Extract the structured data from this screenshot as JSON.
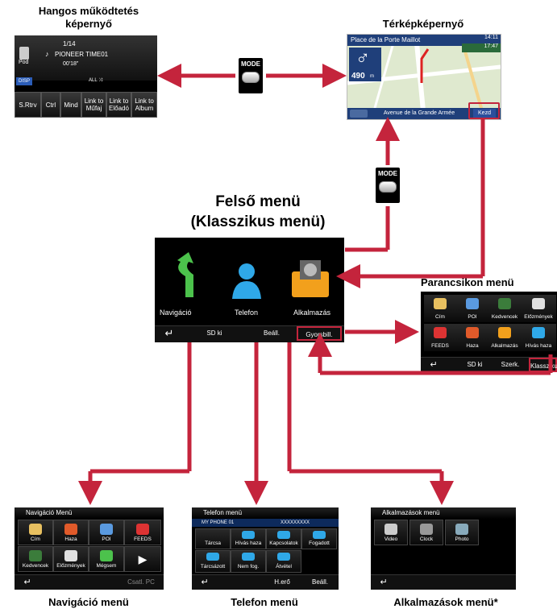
{
  "captions": {
    "audio_line1": "Hangos működtetés",
    "audio_line2": "képernyő",
    "map": "Térképképernyő",
    "top_line1": "Felső menü",
    "top_line2": "(Klasszikus menü)",
    "shortcut": "Parancsikon menü",
    "nav": "Navigáció menü",
    "phone": "Telefon menü",
    "apps": "Alkalmazások menü*"
  },
  "mode_label": "MODE",
  "audio_screen": {
    "track_count": "1/14",
    "source": "Pod",
    "title": "PIONEER TIME01",
    "time": "00'18\"",
    "disp": "DISP",
    "buttons": [
      "S.Rtrv",
      "Ctrl",
      "Mind",
      "Link to Műfaj",
      "Link to Előadó",
      "Link to Album"
    ]
  },
  "map_screen": {
    "street_top": "Place de la Porte Maillot",
    "distance": "490",
    "distance_unit": "m",
    "clock1": "14:11",
    "clock2": "17:47",
    "street_bottom": "Avenue de la Grande Armée",
    "kezd": "Kezd"
  },
  "top_menu": {
    "items": [
      "Navigáció",
      "Telefon",
      "Alkalmazás"
    ],
    "bar": [
      "SD ki",
      "Beáll.",
      "Gyorsbill."
    ]
  },
  "shortcut_menu": {
    "row1": [
      "Cím",
      "POI",
      "Kedvencek",
      "Előzmények"
    ],
    "row2": [
      "FEEDS",
      "Haza",
      "Alkalmazás",
      "Hívás haza"
    ],
    "bar": [
      "SD ki",
      "Szerk.",
      "Klasszikus"
    ]
  },
  "nav_menu": {
    "title": "Navigáció Menü",
    "row1": [
      "Cím",
      "Haza",
      "POI",
      "FEEDS"
    ],
    "row2": [
      "Kedvencek",
      "Előzmények",
      "Mégsem",
      ""
    ],
    "bar": [
      "Csatl. PC"
    ]
  },
  "phone_menu": {
    "title": "Telefon menü",
    "device": "MY PHONE 01",
    "number": "XXXXXXXXX",
    "row1": [
      "Tárcsa",
      "Hívás haza",
      "Kapcsolatok",
      "Fogadott"
    ],
    "row2": [
      "Tárcsázott",
      "Nem fog.",
      "Átvétel"
    ],
    "bar": [
      "H.erő",
      "Beáll."
    ]
  },
  "apps_menu": {
    "title": "Alkalmazások menü",
    "items": [
      "Video",
      "Clock",
      "Photo"
    ]
  }
}
